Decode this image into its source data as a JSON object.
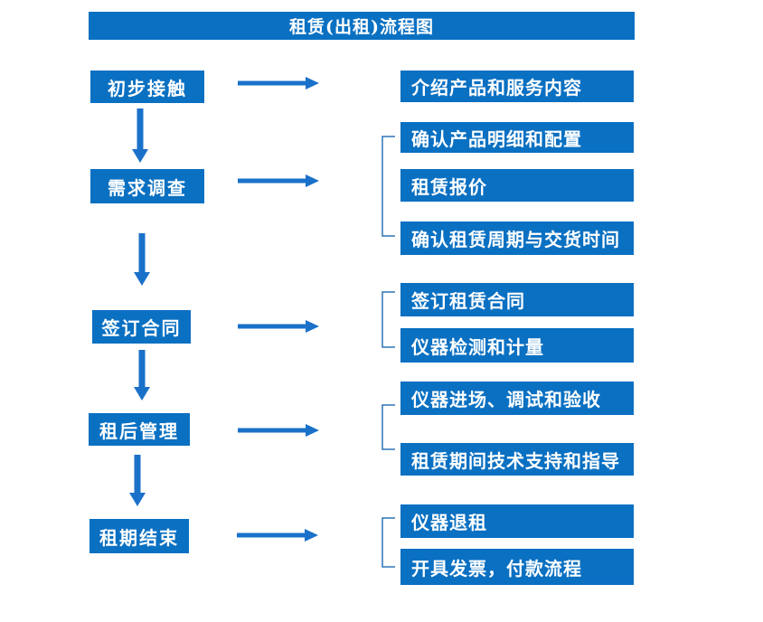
{
  "title": "租赁(出租)流程图",
  "colors": {
    "box_fill": "#0a70c2",
    "arrow": "#1a71c9",
    "bracket": "#2e74b5",
    "text": "#ffffff",
    "background": "#ffffff"
  },
  "flow": {
    "stages": [
      {
        "label": "初步接触",
        "details": [
          "介绍产品和服务内容"
        ]
      },
      {
        "label": "需求调查",
        "details": [
          "确认产品明细和配置",
          "租赁报价",
          "确认租赁周期与交货时间"
        ]
      },
      {
        "label": "签订合同",
        "details": [
          "签订租赁合同",
          "仪器检测和计量"
        ]
      },
      {
        "label": "租后管理",
        "details": [
          "仪器进场、调试和验收",
          "租赁期间技术支持和指导"
        ]
      },
      {
        "label": "租期结束",
        "details": [
          "仪器退租",
          "开具发票，付款流程"
        ]
      }
    ]
  }
}
